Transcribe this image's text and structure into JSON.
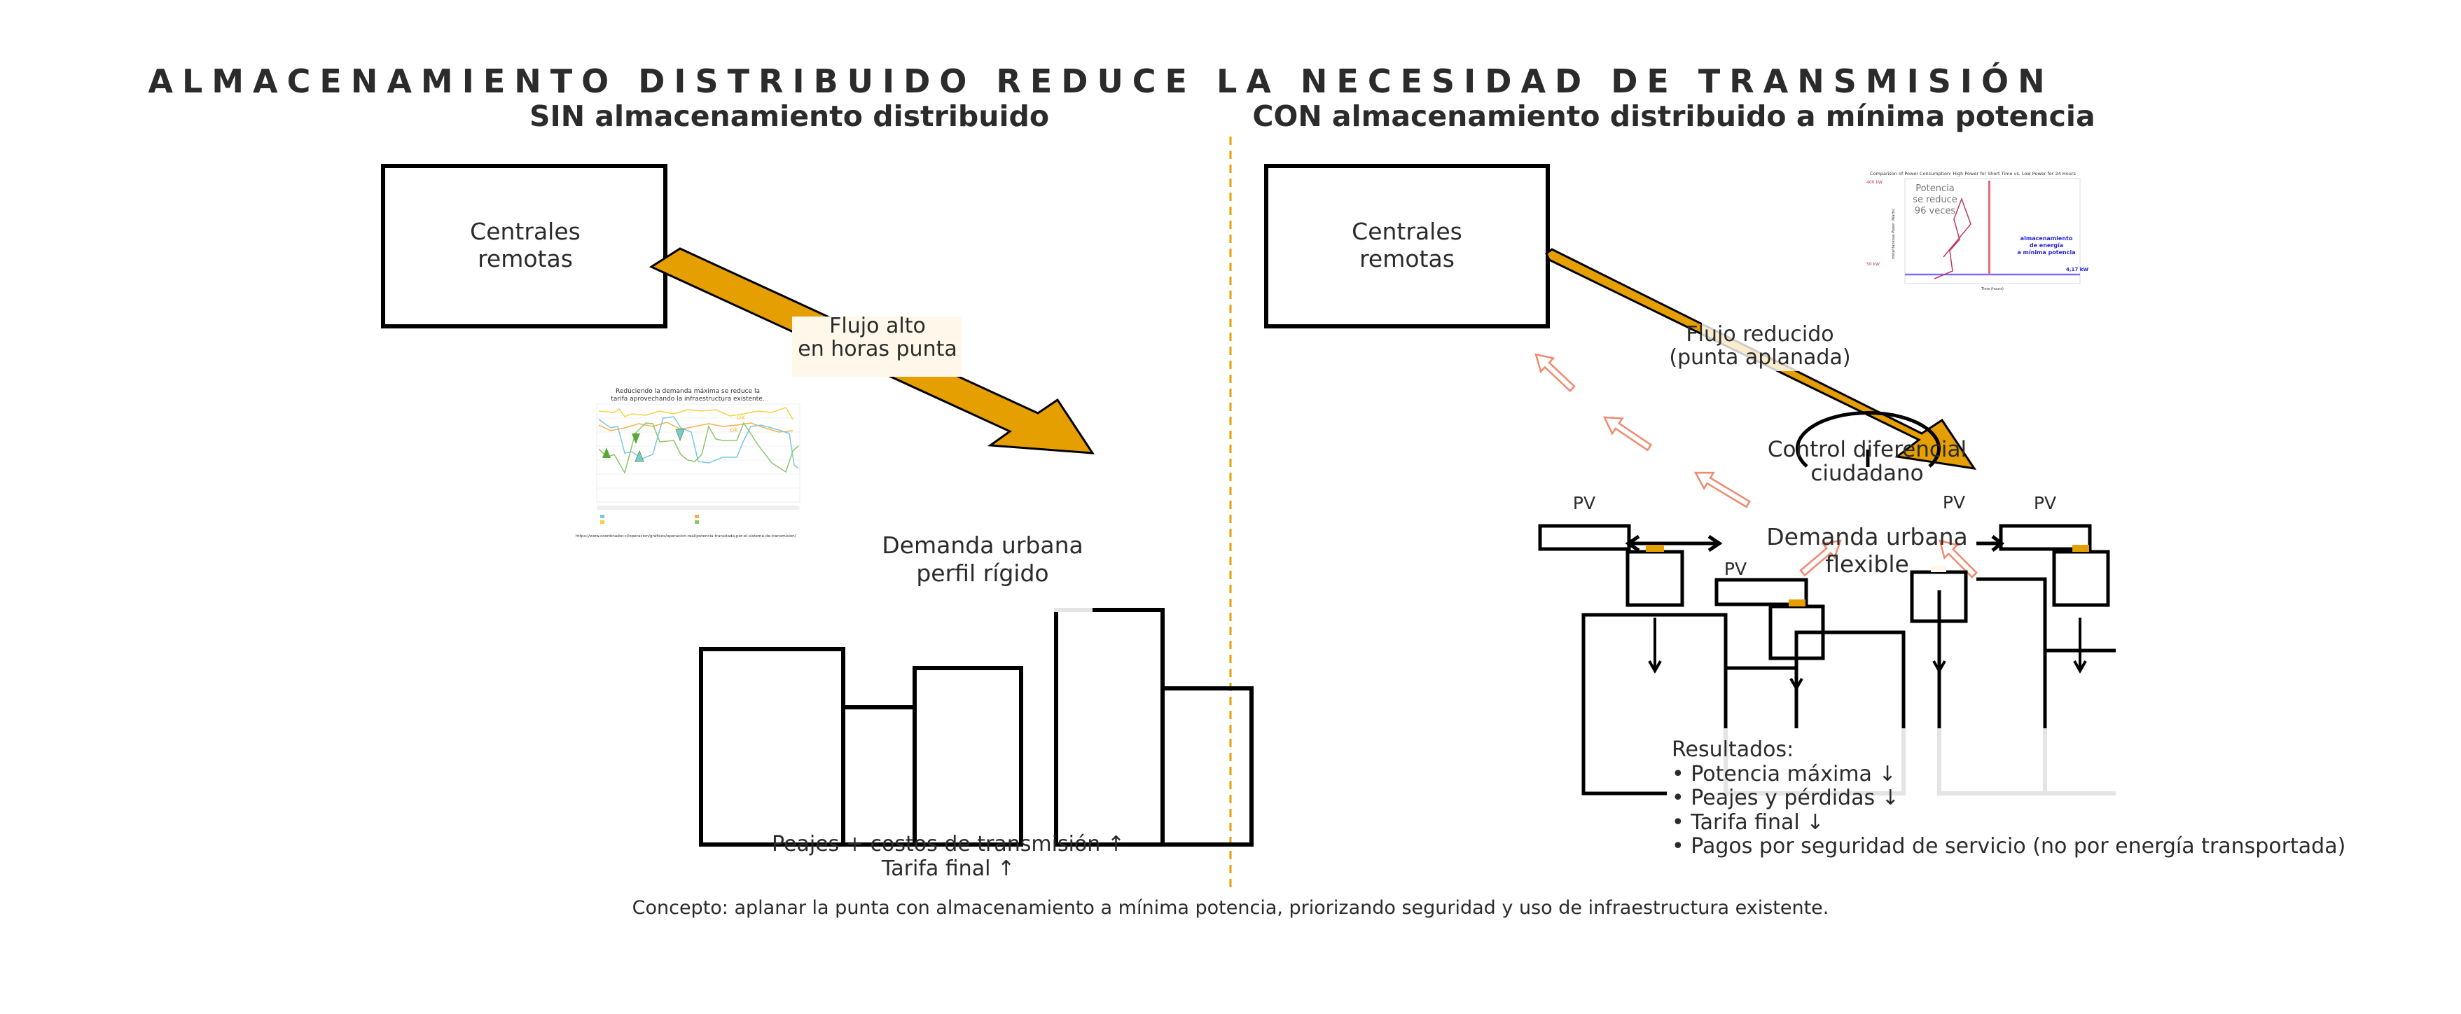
{
  "title": "ALMACENAMIENTO DISTRIBUIDO REDUCE LA NECESIDAD DE TRANSMISIÓN",
  "left": {
    "subtitle": "SIN almacenamiento distribuido",
    "plants": [
      "Centrales",
      "remotas"
    ],
    "flow": [
      "Flujo alto",
      "en horas punta"
    ],
    "demand": [
      "Demanda urbana",
      "perfil rígido"
    ],
    "outcome": [
      "Peajes + costos de transmisión ↑",
      "Tarifa final ↑"
    ],
    "inset": {
      "title": [
        "Reduciendo la demanda máxima se reduce la",
        "tarifa aprovechando la infraestructura existente."
      ],
      "annotations": [
        "ok",
        "ok"
      ],
      "source": "https://www.coordinador.cl/operacion/graficos/operacion-real/potencia-transitada-por-el-sistema-de-transmision/"
    }
  },
  "right": {
    "subtitle": "CON almacenamiento distribuido a mínima potencia",
    "plants": [
      "Centrales",
      "remotas"
    ],
    "flow": [
      "Flujo reducido",
      "(punta aplanada)"
    ],
    "control": [
      "Control diferencial",
      "ciudadano"
    ],
    "demand": [
      "Demanda urbana",
      "flexible"
    ],
    "pv_label": "PV",
    "results": {
      "heading": "Resultados:",
      "items": [
        "• Potencia máxima ↓",
        "• Peajes y pérdidas ↓",
        "• Tarifa final ↓",
        "• Pagos por seguridad de servicio (no por energía transportada)"
      ]
    },
    "inset": {
      "title": "Comparison of Power Consumption: High Power for Short Time vs. Low Power for 24 Hours",
      "annotation": [
        "Potencia",
        "se reduce",
        "96 veces"
      ],
      "storage_note": [
        "almacenamiento",
        "de energía",
        "a mínima potencia"
      ],
      "low_value": "4,17 kW",
      "marks": [
        "400 kW",
        "50 kW"
      ],
      "xlabel": "Time (hours)",
      "ylabel": "Instantaneous Power (Watts)"
    }
  },
  "footer": "Concepto: aplanar la punta con almacenamiento a mínima potencia, priorizando seguridad y uso de infraestructura existente.",
  "colors": {
    "accent": "#e69f00",
    "text": "#2b2b2b",
    "hollow_arrow": "#ee8a6e",
    "label_bg": "#fff8ea"
  }
}
